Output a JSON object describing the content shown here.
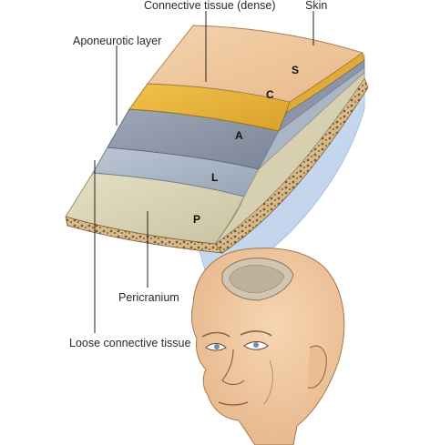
{
  "labels": {
    "connective": "Connective tissue (dense)",
    "skin": "Skin",
    "aponeurotic": "Aponeurotic layer",
    "pericranium": "Pericranium",
    "loose": "Loose connective tissue"
  },
  "letters": {
    "s": "S",
    "c": "C",
    "a": "A",
    "l": "L",
    "p": "P"
  },
  "colors": {
    "skin": "#efc79a",
    "dense": "#e6b230",
    "aponeurotic": "#8c96a6",
    "loose": "#a8b4c4",
    "pericranium": "#d9d4b4",
    "bone": "#c8a777",
    "projection": "#c3d6ee",
    "head": "#f2c89f"
  }
}
